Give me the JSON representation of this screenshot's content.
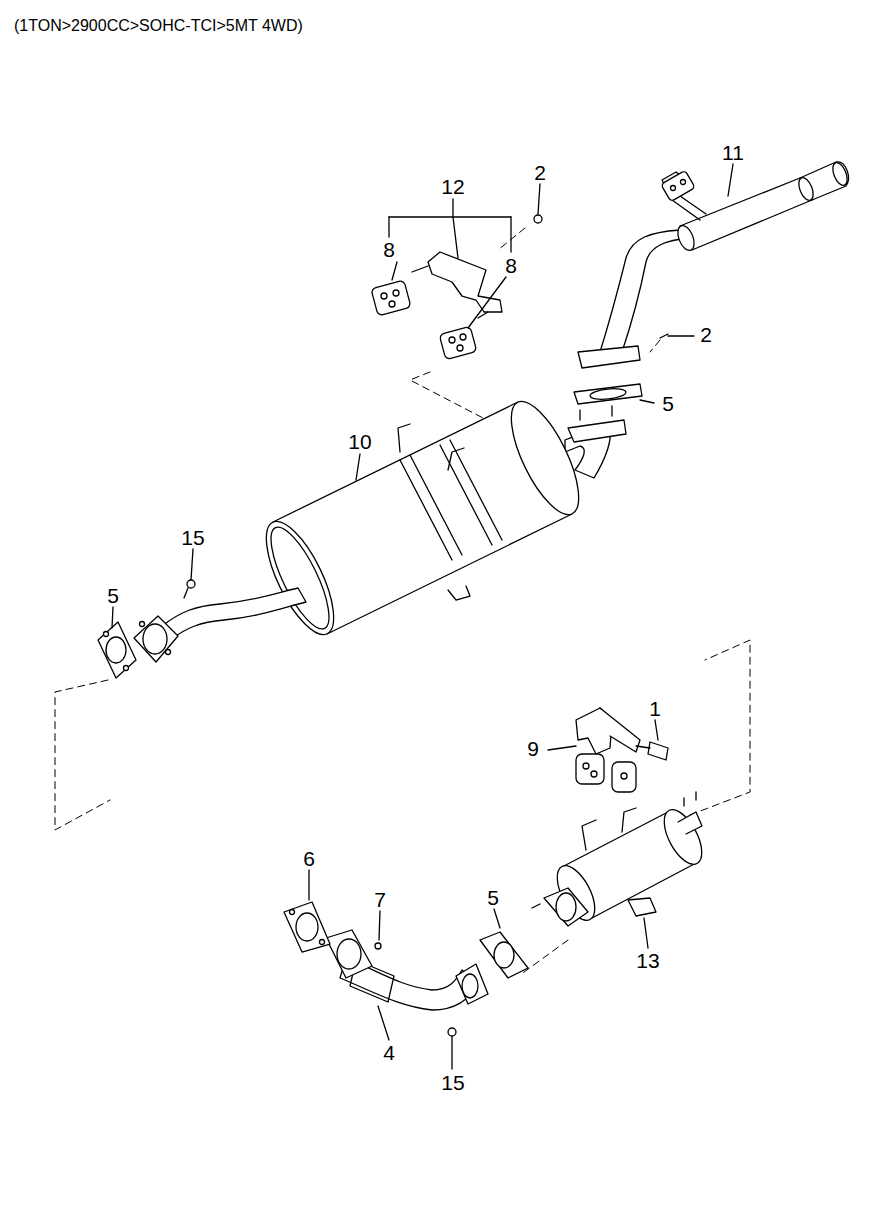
{
  "diagram": {
    "title": "(1TON>2900CC>SOHC-TCI>5MT 4WD)",
    "labels": [
      "11",
      "12",
      "2",
      "8",
      "8",
      "2",
      "5",
      "10",
      "15",
      "5",
      "1",
      "9",
      "6",
      "7",
      "5",
      "13",
      "4",
      "15"
    ]
  }
}
